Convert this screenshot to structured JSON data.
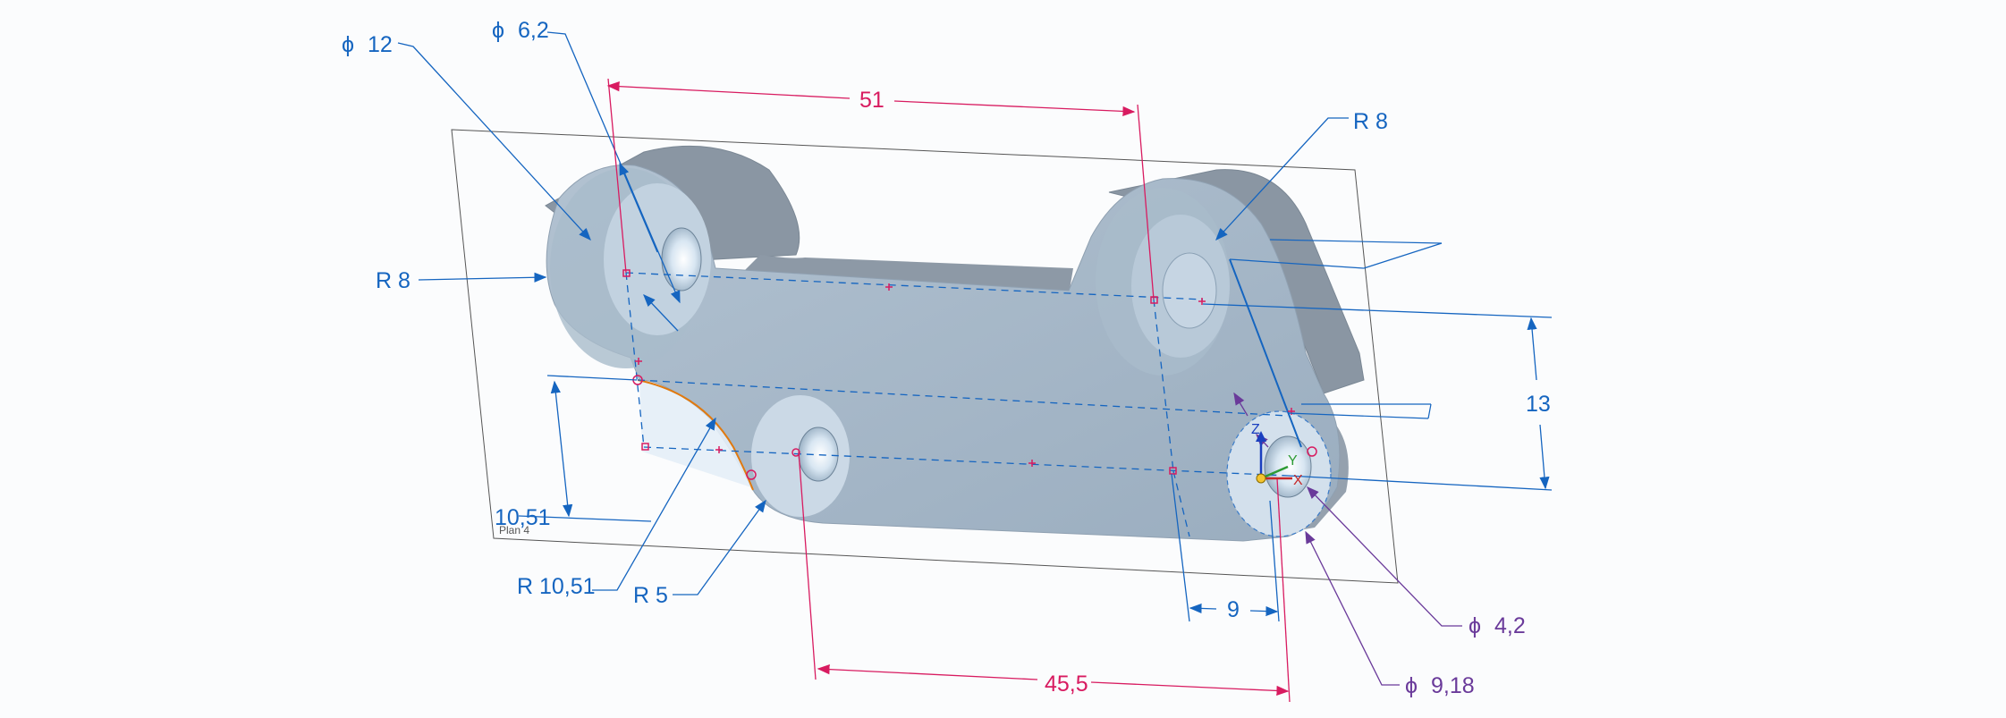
{
  "plane": {
    "label": "Plan 4"
  },
  "dimensions": {
    "d_phi12": {
      "symbol": "ϕ",
      "value": "12"
    },
    "d_phi62": {
      "symbol": "ϕ",
      "value": "6,2"
    },
    "d_51": {
      "value": "51"
    },
    "d_r8_top": {
      "value": "R 8"
    },
    "d_r8_left": {
      "value": "R 8"
    },
    "d_13": {
      "value": "13"
    },
    "d_1051": {
      "value": "10,51"
    },
    "d_r1051": {
      "value": "R 10,51"
    },
    "d_r5": {
      "value": "R 5"
    },
    "d_9": {
      "value": "9"
    },
    "d_455": {
      "value": "45,5"
    },
    "d_phi42": {
      "symbol": "ϕ",
      "value": "4,2"
    },
    "d_phi918": {
      "symbol": "ϕ",
      "value": "9,18"
    }
  },
  "triad": {
    "z": "Z",
    "y": "Y",
    "x": "X"
  },
  "colors": {
    "background": "#fbfcfd",
    "part_face": "#a3b5c6",
    "part_top": "#8a96a3",
    "part_side": "#95a1ae",
    "dimension_blue": "#1565c0",
    "dimension_pink": "#d81b60",
    "dimension_purple": "#6a3a9a",
    "profile_orange": "#e07a10"
  }
}
